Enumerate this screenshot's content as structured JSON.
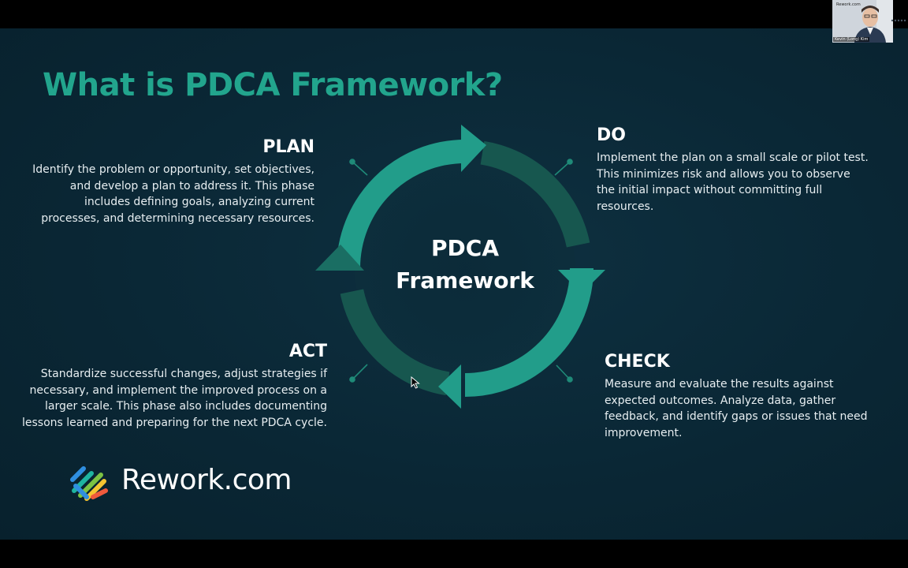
{
  "slide": {
    "title": "What is PDCA Framework?",
    "center_label_line1": "PDCA",
    "center_label_line2": "Framework",
    "phases": {
      "plan": {
        "heading": "PLAN",
        "body": "Identify the problem or opportunity, set objectives, and develop a plan to address it. This phase includes defining goals, analyzing current processes, and determining necessary resources."
      },
      "do": {
        "heading": "DO",
        "body": "Implement the plan on a small scale or pilot test. This minimizes risk and allows you to observe the initial impact without committing full resources."
      },
      "check": {
        "heading": "CHECK",
        "body": "Measure and evaluate the results against expected outcomes. Analyze data, gather feedback, and identify gaps or issues that need improvement."
      },
      "act": {
        "heading": "ACT",
        "body": "Standardize successful changes, adjust strategies if necessary, and implement the improved process on a larger scale. This phase also includes documenting lessons learned and preparing for the next PDCA cycle."
      }
    },
    "logo_text": "Rework.com"
  },
  "webcam": {
    "brand": "Rework.com",
    "participant_name": "Kevin (Long) Kim"
  },
  "colors": {
    "title": "#22a58d",
    "arrow_light": "#229d8a",
    "arrow_dark": "#17574f",
    "background": "#0a2735"
  }
}
